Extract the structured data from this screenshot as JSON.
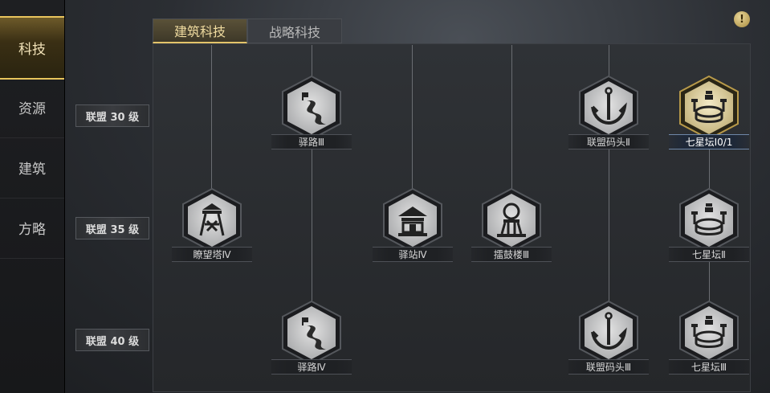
{
  "sidebar": {
    "items": [
      {
        "label": "科技",
        "active": true
      },
      {
        "label": "资源",
        "active": false
      },
      {
        "label": "建筑",
        "active": false
      },
      {
        "label": "方略",
        "active": false
      }
    ]
  },
  "tabs": [
    {
      "label": "建筑科技",
      "active": true
    },
    {
      "label": "战略科技",
      "active": false
    }
  ],
  "info_icon": "!",
  "levels": [
    {
      "label": "联盟 30 级"
    },
    {
      "label": "联盟 35 级"
    },
    {
      "label": "联盟 40 级"
    }
  ],
  "nodes": {
    "road3": {
      "label": "驿路Ⅲ",
      "icon": "road-icon"
    },
    "road4": {
      "label": "驿路Ⅳ",
      "icon": "road-icon"
    },
    "tower4": {
      "label": "瞭望塔Ⅳ",
      "icon": "watchtower-icon"
    },
    "station4": {
      "label": "驿站Ⅳ",
      "icon": "station-icon"
    },
    "drum3": {
      "label": "擂鼓楼Ⅲ",
      "icon": "drum-tower-icon"
    },
    "dock2": {
      "label": "联盟码头Ⅱ",
      "icon": "anchor-icon"
    },
    "dock3": {
      "label": "联盟码头Ⅲ",
      "icon": "anchor-icon"
    },
    "altar1": {
      "label": "七星坛Ⅰ0/1",
      "icon": "altar-icon",
      "highlight": true
    },
    "altar2": {
      "label": "七星坛Ⅱ",
      "icon": "altar-icon"
    },
    "altar3": {
      "label": "七星坛Ⅲ",
      "icon": "altar-icon"
    }
  },
  "colors": {
    "accent": "#e3c46a",
    "highlight_node": "#e9dcaa",
    "node_fill": "#cfcfcf",
    "node_frame": "#2a2b2e"
  }
}
